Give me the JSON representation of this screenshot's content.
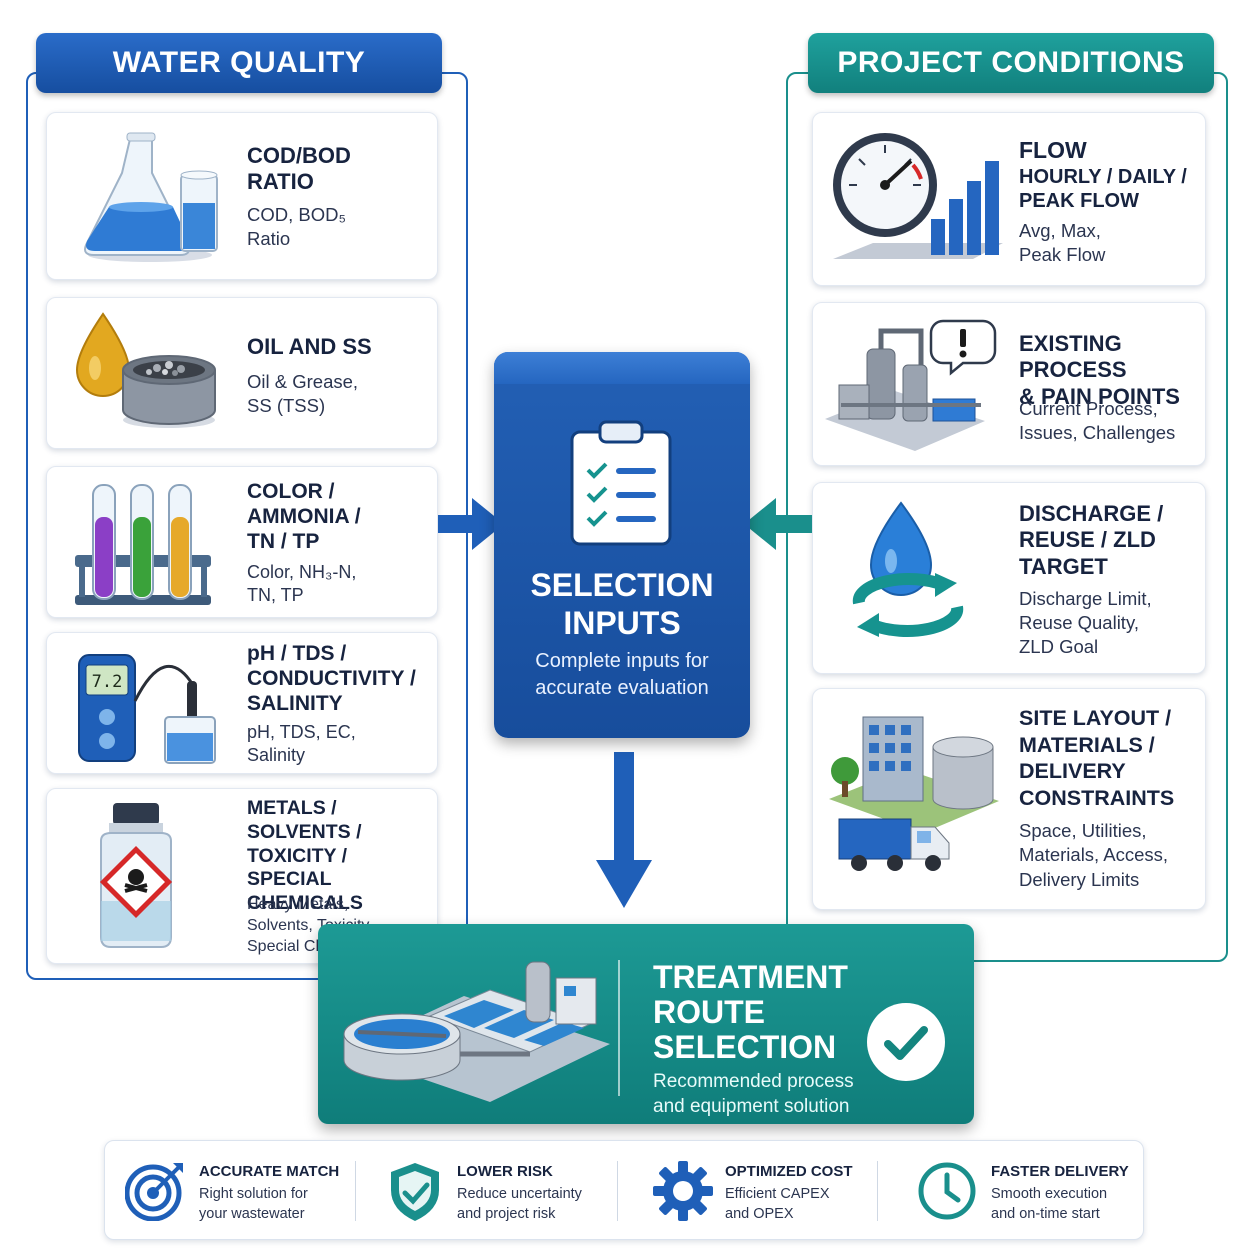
{
  "water_quality": {
    "title": "WATER QUALITY",
    "items": [
      {
        "title_lines": [
          "COD/BOD",
          "RATIO"
        ],
        "detail_lines": [
          "COD, BOD₅",
          "Ratio"
        ],
        "icon": "lab-flask-icon"
      },
      {
        "title_lines": [
          "OIL AND SS"
        ],
        "detail_lines": [
          "Oil & Grease,",
          "SS (TSS)"
        ],
        "icon": "oil-drop-icon"
      },
      {
        "title_lines": [
          "COLOR /",
          "AMMONIA /",
          "TN / TP"
        ],
        "detail_lines": [
          "Color, NH₃-N,",
          "TN, TP"
        ],
        "icon": "test-tubes-icon"
      },
      {
        "title_lines": [
          "pH / TDS /",
          "CONDUCTIVITY /",
          "SALINITY"
        ],
        "detail_lines": [
          "pH, TDS, EC,",
          "Salinity"
        ],
        "icon": "ph-meter-icon",
        "meter_reading": "7.2"
      },
      {
        "title_lines": [
          "METALS /",
          "SOLVENTS /",
          "TOXICITY /",
          "SPECIAL CHEMICALS"
        ],
        "detail_lines": [
          "Heavy Metals,",
          "Solvents, Toxicity,",
          "Special Chemicals"
        ],
        "icon": "toxic-bottle-icon"
      }
    ]
  },
  "project_conditions": {
    "title": "PROJECT CONDITIONS",
    "items": [
      {
        "title_lines": [
          "FLOW",
          "HOURLY / DAILY /",
          "PEAK FLOW"
        ],
        "detail_lines": [
          "Avg, Max,",
          "Peak Flow"
        ],
        "icon": "flow-gauge-icon"
      },
      {
        "title_lines": [
          "EXISTING PROCESS",
          "& PAIN POINTS"
        ],
        "detail_lines": [
          "Current Process,",
          "Issues, Challenges"
        ],
        "icon": "plant-alert-icon"
      },
      {
        "title_lines": [
          "DISCHARGE /",
          "REUSE / ZLD",
          "TARGET"
        ],
        "detail_lines": [
          "Discharge Limit,",
          "Reuse Quality,",
          "ZLD Goal"
        ],
        "icon": "water-cycle-icon"
      },
      {
        "title_lines": [
          "SITE LAYOUT /",
          "MATERIALS /",
          "DELIVERY",
          "CONSTRAINTS"
        ],
        "detail_lines": [
          "Space, Utilities,",
          "Materials, Access,",
          "Delivery Limits"
        ],
        "icon": "site-truck-icon"
      }
    ]
  },
  "center": {
    "title_lines": [
      "SELECTION",
      "INPUTS"
    ],
    "subtitle_lines": [
      "Complete inputs for",
      "accurate evaluation"
    ],
    "icon": "clipboard-checklist-icon"
  },
  "route": {
    "title_lines": [
      "TREATMENT",
      "ROUTE",
      "SELECTION"
    ],
    "subtitle_lines": [
      "Recommended process",
      "and equipment solution"
    ],
    "icon": "check-circle-icon"
  },
  "benefits": [
    {
      "title": "ACCURATE MATCH",
      "detail_lines": [
        "Right solution for",
        "your wastewater"
      ],
      "icon": "target-icon"
    },
    {
      "title": "LOWER RISK",
      "detail_lines": [
        "Reduce uncertainty",
        "and project risk"
      ],
      "icon": "shield-check-icon"
    },
    {
      "title": "OPTIMIZED COST",
      "detail_lines": [
        "Efficient CAPEX",
        "and OPEX"
      ],
      "icon": "gear-icon"
    },
    {
      "title": "FASTER DELIVERY",
      "detail_lines": [
        "Smooth execution",
        "and on-time start"
      ],
      "icon": "clock-icon"
    }
  ],
  "colors": {
    "blue": "#1f5fb8",
    "teal": "#1a8f8c",
    "navy": "#17233f"
  }
}
